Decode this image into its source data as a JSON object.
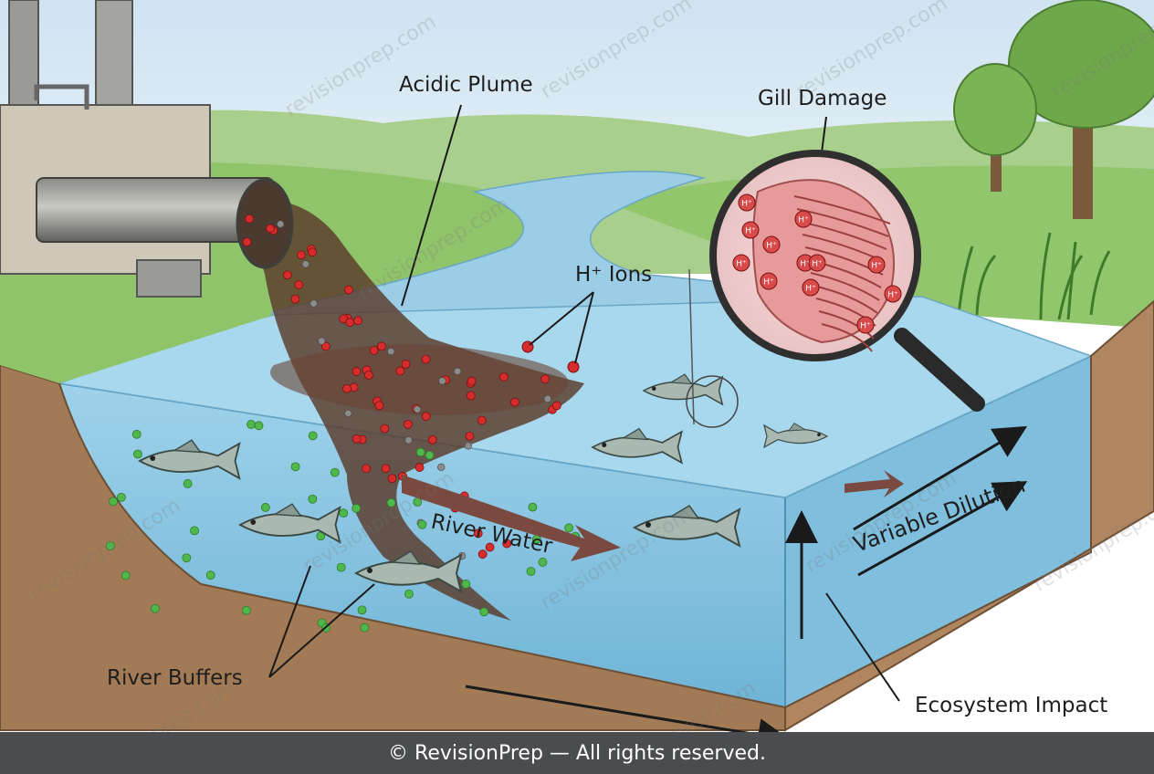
{
  "labels": {
    "acidic_plume": "Acidic Plume",
    "gill_damage": "Gill Damage",
    "h_ions": "H⁺ Ions",
    "river_water": "River Water",
    "variable_dilution": "Variable Dilution",
    "river_buffers": "River Buffers",
    "ecosystem_impact": "Ecosystem Impact",
    "ion_symbol": "H⁺"
  },
  "watermark": "revisionprep.com",
  "footer": "© RevisionPrep — All rights reserved.",
  "colors": {
    "sky": "#dcebf4",
    "grass": "#8fc46a",
    "water": "#8ec8e2",
    "water_block": "#a9d7ec",
    "soil": "#a27a55",
    "plume": "#5a3a2a",
    "h_ion": "#d62c2c",
    "buffer": "#4fb84a",
    "neutral_ion": "#8b8b8b",
    "gill": "#e79a9a",
    "footer_bg": "#4a4c50"
  }
}
